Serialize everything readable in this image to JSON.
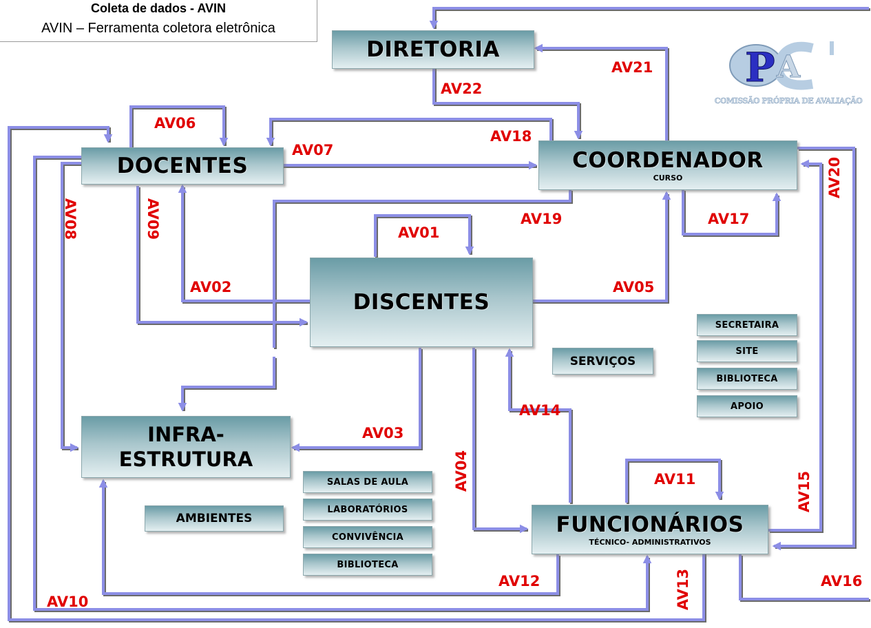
{
  "header": {
    "title": "Coleta de dados - AVIN",
    "subtitle": "AVIN – Ferramenta coletora eletrônica"
  },
  "logo": {
    "text": "CPA",
    "caption": "COMISSÃO PRÓPRIA DE AVALIAÇÃO"
  },
  "nodes": {
    "diretoria": "DIRETORIA",
    "coordenador": "COORDENADOR",
    "coordenador_sub": "CURSO",
    "docentes": "DOCENTES",
    "discentes": "DISCENTES",
    "infra_line1": "INFRA-",
    "infra_line2": "ESTRUTURA",
    "funcionarios": "FUNCIONÁRIOS",
    "funcionarios_sub": "TÉCNICO- ADMINISTRATIVOS",
    "servicos": "SERVIÇOS",
    "ambientes": "AMBIENTES"
  },
  "servicos_items": [
    "SECRETAIRA",
    "SITE",
    "BIBLIOTECA",
    "APOIO"
  ],
  "ambientes_items": [
    "SALAS DE AULA",
    "LABORATÓRIOS",
    "CONVIVÊNCIA",
    "BIBLIOTECA"
  ],
  "edges": {
    "av01": "AV01",
    "av02": "AV02",
    "av03": "AV03",
    "av04": "AV04",
    "av05": "AV05",
    "av06": "AV06",
    "av07": "AV07",
    "av08": "AV08",
    "av09": "AV09",
    "av10": "AV10",
    "av11": "AV11",
    "av12": "AV12",
    "av13": "AV13",
    "av14": "AV14",
    "av15": "AV15",
    "av16": "AV16",
    "av17": "AV17",
    "av18": "AV18",
    "av19": "AV19",
    "av20": "AV20",
    "av21": "AV21",
    "av22": "AV22"
  },
  "colors": {
    "connector": "#8c8ee6",
    "connector_shadow": "#3a3a3a",
    "label": "#e00000",
    "box_top": "#6a9ca6",
    "box_bottom": "#e4eff1"
  }
}
